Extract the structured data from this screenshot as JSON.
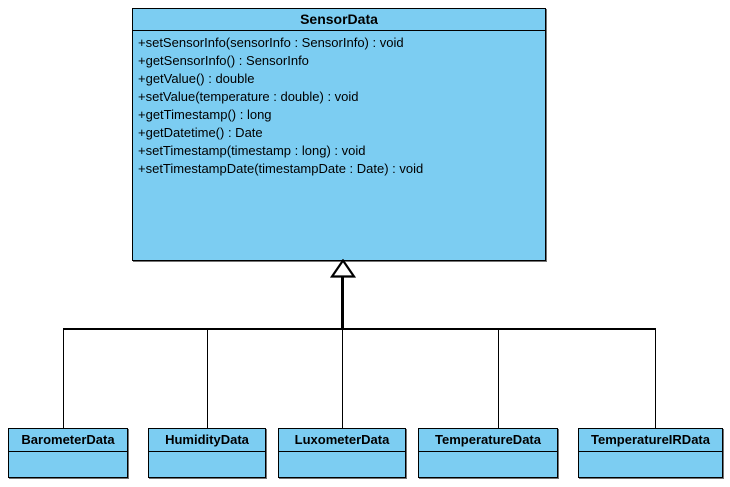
{
  "diagram": {
    "type": "uml-class-diagram",
    "title": "SensorData class hierarchy",
    "relationship": "generalization",
    "background_color": "#ffffff",
    "class_fill_color": "#7ccdf2",
    "border_color": "#000000",
    "text_color": "#000000"
  },
  "superclass": {
    "name": "SensorData",
    "attributes": [],
    "methods": [
      "+setSensorInfo(sensorInfo : SensorInfo) : void",
      "+getSensorInfo() : SensorInfo",
      "+getValue() : double",
      "+setValue(temperature : double) : void",
      "+getTimestamp() : long",
      "+getDatetime() : Date",
      "+setTimestamp(timestamp : long) : void",
      "+setTimestampDate(timestampDate : Date) : void"
    ]
  },
  "subclasses": [
    {
      "name": "BarometerData",
      "methods": []
    },
    {
      "name": "HumidityData",
      "methods": []
    },
    {
      "name": "LuxometerData",
      "methods": []
    },
    {
      "name": "TemperatureData",
      "methods": []
    },
    {
      "name": "TemperatureIRData",
      "methods": []
    }
  ]
}
